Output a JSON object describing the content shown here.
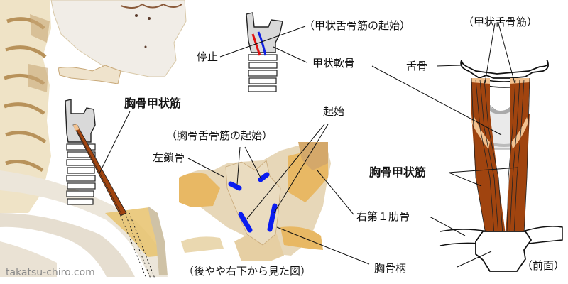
{
  "diagram": {
    "subject": "胸骨甲状筋",
    "watermark": "takatsu-chiro.com",
    "colors": {
      "muscle": "#a0440f",
      "muscle_light": "#f2c290",
      "cartilage_fill": "#d9d9d9",
      "outline": "#222222",
      "insertion_line": "#e01010",
      "origin_line_thyrohyoid": "#1020e0",
      "origin_marker": "#0a1cf0",
      "bone": "#efe6d4",
      "bone_shadow": "#c8a878",
      "costal_cartilage": "#e8b864"
    },
    "top_center_panel": {
      "labels": {
        "insertion": "停止",
        "thyrohyoid_origin": "（甲状舌骨筋の起始）",
        "thyroid_cartilage": "甲状軟骨"
      }
    },
    "left_panel": {
      "labels": {
        "muscle": "胸骨甲状筋"
      }
    },
    "center_photo_panel": {
      "labels": {
        "origin": "起始",
        "sternohyoid_origin": "（胸骨舌骨筋の起始）",
        "left_clavicle": "左鎖骨",
        "right_first_rib": "右第１肋骨",
        "manubrium": "胸骨柄",
        "view_caption": "（後やや右下から見た図）"
      }
    },
    "right_panel": {
      "labels": {
        "thyrohyoid": "（甲状舌骨筋）",
        "hyoid": "舌骨",
        "muscle": "胸骨甲状筋",
        "view_caption": "（前面）"
      }
    }
  }
}
